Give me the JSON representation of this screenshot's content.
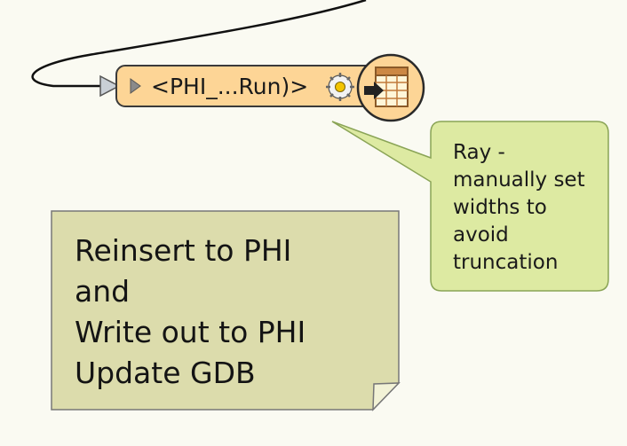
{
  "canvas": {
    "background": "#fafaf2"
  },
  "writer": {
    "label": "<PHI_...Run)>",
    "body_color": "#fdd596",
    "border_color": "#3a3a3a",
    "icon": "table-writer-icon",
    "settings_icon": "gear-icon",
    "expand_icon": "triangle-right-icon",
    "input_port_icon": "input-port-arrow-icon"
  },
  "callout": {
    "lines": [
      "Ray -",
      "manually set",
      "widths to",
      "avoid",
      "truncation"
    ],
    "fill": "#ddeaa2",
    "border": "#8aa456"
  },
  "note": {
    "lines": [
      "Reinsert to PHI",
      "and",
      "Write out to PHI",
      "Update GDB"
    ],
    "fill": "#dcdcac",
    "border": "#777777"
  }
}
